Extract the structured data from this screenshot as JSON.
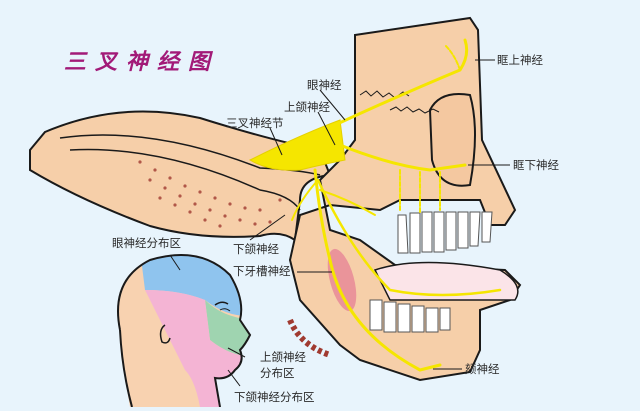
{
  "title": "三叉神经图",
  "colors": {
    "background": "#e8f4fc",
    "title": "#a21a78",
    "skin": "#f8d2b0",
    "bone_marrow": "#a03a30",
    "nerve": "#f5e600",
    "ophthalmic_area": "#8fc4ee",
    "maxillary_area": "#9fd4b0",
    "mandibular_area": "#f4b4d4",
    "outline": "#1a1a1a"
  },
  "labels": {
    "supraorbital": "眶上神经",
    "ophthalmic": "眼神经",
    "maxillary": "上颌神经",
    "trigeminal_ganglion": "三叉神经节",
    "infraorbital": "眶下神经",
    "mandibular": "下颌神经",
    "inferior_alveolar": "下牙槽神经",
    "ophthalmic_area": "眼神经分布区",
    "maxillary_area_line1": "上颌神经",
    "maxillary_area_line2": "分布区",
    "mandibular_area": "下颌神经分布区",
    "mental": "颏神经"
  }
}
